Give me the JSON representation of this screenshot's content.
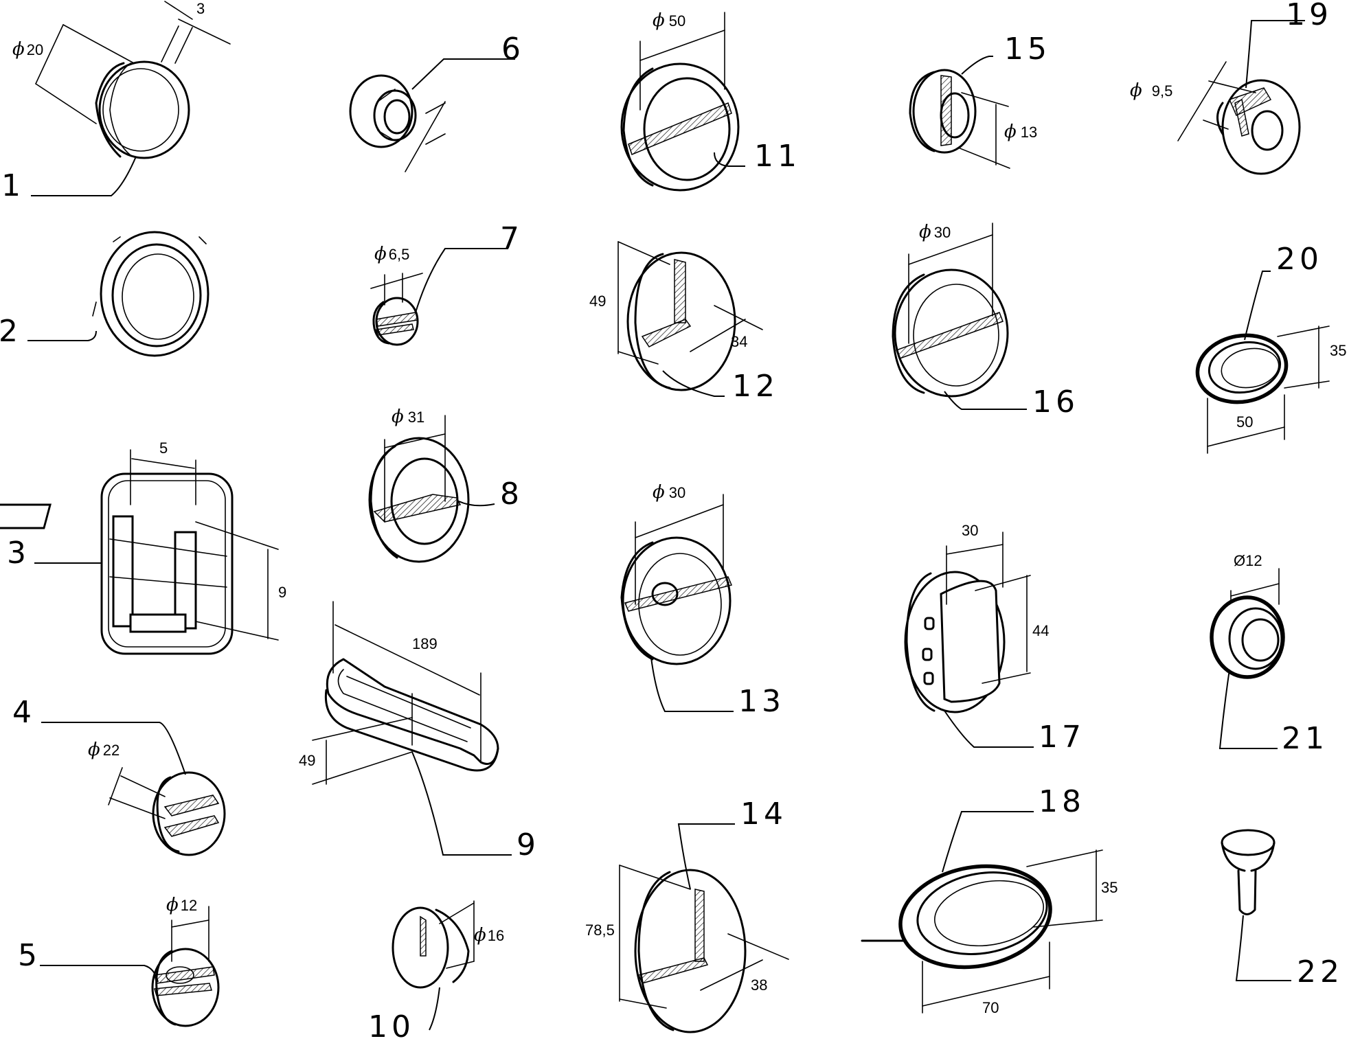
{
  "parts": [
    {
      "num": "1",
      "dims": [
        {
          "phi": "ϕ",
          "value": "20"
        },
        {
          "phi": "",
          "value": "3"
        }
      ]
    },
    {
      "num": "2",
      "dims": []
    },
    {
      "num": "3",
      "dims": [
        {
          "phi": "",
          "value": "5"
        },
        {
          "phi": "",
          "value": "9"
        }
      ]
    },
    {
      "num": "4",
      "dims": [
        {
          "phi": "ϕ",
          "value": "22"
        }
      ]
    },
    {
      "num": "5",
      "dims": [
        {
          "phi": "ϕ",
          "value": "12"
        }
      ]
    },
    {
      "num": "6",
      "dims": []
    },
    {
      "num": "7",
      "dims": [
        {
          "phi": "ϕ",
          "value": "6,5"
        }
      ]
    },
    {
      "num": "8",
      "dims": [
        {
          "phi": "ϕ",
          "value": "31"
        }
      ]
    },
    {
      "num": "9",
      "dims": [
        {
          "phi": "",
          "value": "189"
        },
        {
          "phi": "",
          "value": "49"
        }
      ]
    },
    {
      "num": "10",
      "dims": [
        {
          "phi": "ϕ",
          "value": "16"
        }
      ]
    },
    {
      "num": "11",
      "dims": [
        {
          "phi": "ϕ",
          "value": "50"
        }
      ]
    },
    {
      "num": "12",
      "dims": [
        {
          "phi": "",
          "value": "49"
        },
        {
          "phi": "",
          "value": "34"
        }
      ]
    },
    {
      "num": "13",
      "dims": [
        {
          "phi": "ϕ",
          "value": "30"
        }
      ]
    },
    {
      "num": "14",
      "dims": [
        {
          "phi": "",
          "value": "78,5"
        },
        {
          "phi": "",
          "value": "38"
        }
      ]
    },
    {
      "num": "15",
      "dims": [
        {
          "phi": "ϕ",
          "value": "13"
        }
      ]
    },
    {
      "num": "16",
      "dims": [
        {
          "phi": "ϕ",
          "value": "30"
        }
      ]
    },
    {
      "num": "17",
      "dims": [
        {
          "phi": "",
          "value": "30"
        },
        {
          "phi": "",
          "value": "44"
        }
      ]
    },
    {
      "num": "18",
      "dims": [
        {
          "phi": "",
          "value": "35"
        },
        {
          "phi": "",
          "value": "70"
        }
      ]
    },
    {
      "num": "19",
      "dims": [
        {
          "phi": "ϕ",
          "value": "9,5"
        }
      ]
    },
    {
      "num": "20",
      "dims": [
        {
          "phi": "",
          "value": "35"
        },
        {
          "phi": "",
          "value": "50"
        }
      ]
    },
    {
      "num": "21",
      "dims": [
        {
          "phi": "Ø",
          "value": "12"
        }
      ]
    },
    {
      "num": "22",
      "dims": []
    }
  ]
}
